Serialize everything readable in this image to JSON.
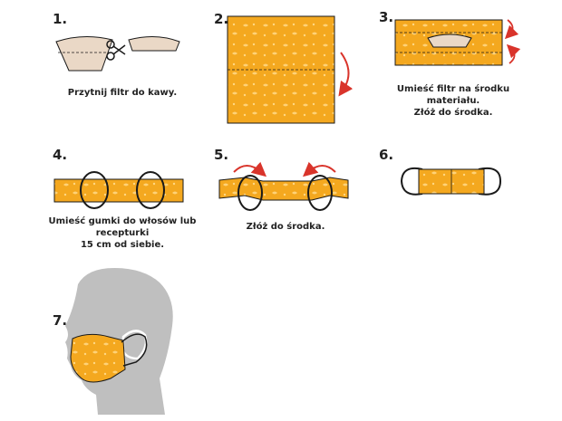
{
  "steps": [
    {
      "number": "1.",
      "caption": [
        "Przytnij filtr do kawy."
      ]
    },
    {
      "number": "2.",
      "caption": []
    },
    {
      "number": "3.",
      "caption": [
        "Umieść filtr na środku",
        "materiału.",
        "Złóż do środka."
      ]
    },
    {
      "number": "4.",
      "caption": [
        "Umieść gumki do włosów lub",
        "recepturki",
        "15 cm od siebie."
      ]
    },
    {
      "number": "5.",
      "caption": [
        "Złóż do środka."
      ]
    },
    {
      "number": "6.",
      "caption": []
    },
    {
      "number": "7.",
      "caption": []
    }
  ],
  "colors": {
    "fabric": "#f4a81f",
    "fabric_pattern": "#ffd782",
    "filter": "#ead8c6",
    "arrow": "#d9342b",
    "outline": "#1a1a1a",
    "head": "#bfbfbf"
  },
  "icons": [
    "scissors-icon",
    "fold-arrow-icon",
    "head-silhouette-icon"
  ]
}
